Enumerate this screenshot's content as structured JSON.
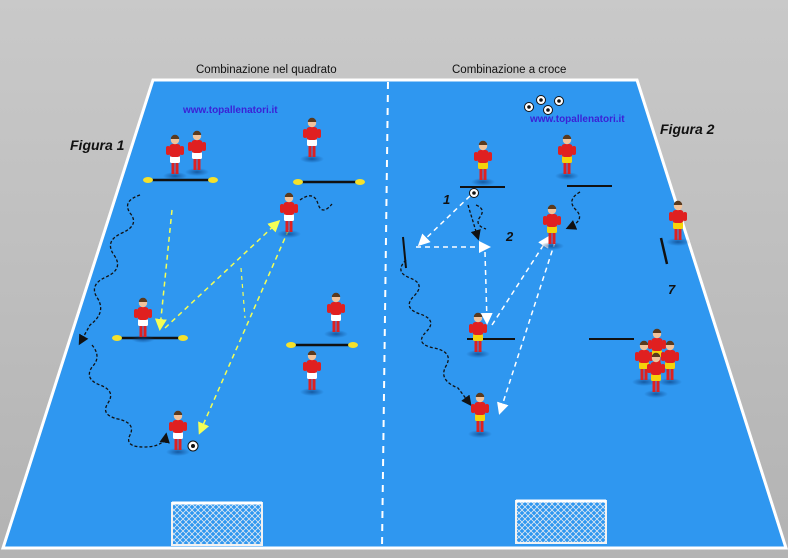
{
  "colors": {
    "pitch": "#2f97f0",
    "pitch_edge": "#ffffff",
    "background": "#bdbdbd",
    "shirt_red": "#e02020",
    "shorts_white": "#ffffff",
    "shorts_yellow": "#f5d20a",
    "pass_yellow": "#f4ff55",
    "pass_white": "#ffffff",
    "dribble_black": "#111111",
    "url_text": "#3b22d6"
  },
  "labels": {
    "title_left": "Combinazione nel quadrato",
    "title_right": "Combinazione  a croce",
    "figure_left": "Figura 1",
    "figure_right": "Figura 2",
    "website_left": "www.topallenatori.it",
    "website_right": "www.topallenatori.it",
    "step_1": "1",
    "step_2": "2",
    "step_7": "7"
  },
  "icons": [
    "soccer-ball-icon",
    "goal-net-icon",
    "cone-icon",
    "player-icon"
  ]
}
